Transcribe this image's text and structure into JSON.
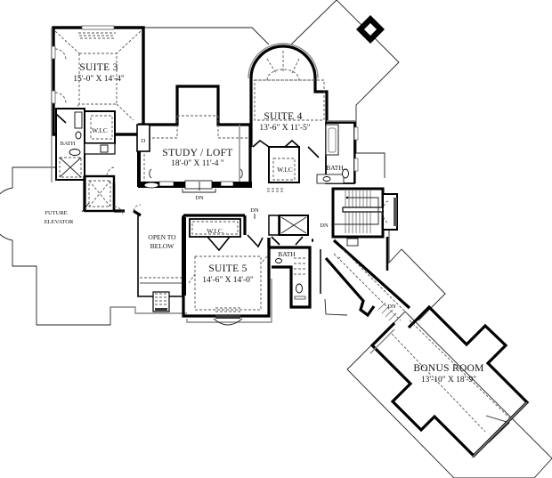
{
  "floor_plan": {
    "rooms": [
      {
        "id": "suite-3",
        "name": "SUITE 3",
        "dimensions": "15'-0\" X 14'-4\""
      },
      {
        "id": "study-loft",
        "name": "STUDY / LOFT",
        "dimensions": "18'-0\" X 11'-4 \""
      },
      {
        "id": "suite-4",
        "name": "SUITE 4",
        "dimensions": "13'-6\" X 11'-5\""
      },
      {
        "id": "suite-5",
        "name": "SUITE 5",
        "dimensions": "14'-6\" X 14'-0\""
      },
      {
        "id": "bonus-room",
        "name": "BONUS ROOM",
        "dimensions": "13'-10\" X 18'-9\""
      }
    ],
    "labels": {
      "suite3_wic": "W.I.C",
      "suite3_bath": "BATH",
      "suite4_wic": "W.I.C",
      "suite4_bath": "BATH",
      "suite5_wic": "W.I.C.",
      "suite5_bath": "BATH",
      "open_to_below_1": "OPEN TO",
      "open_to_below_2": "BELOW",
      "future_elevator_1": "FUTURE",
      "future_elevator_2": "ELEVATOR",
      "linen": "D",
      "dn_study": "DN",
      "dn_hall": "DN",
      "dn_stair": "DN",
      "dn_bonus": "DN"
    }
  }
}
